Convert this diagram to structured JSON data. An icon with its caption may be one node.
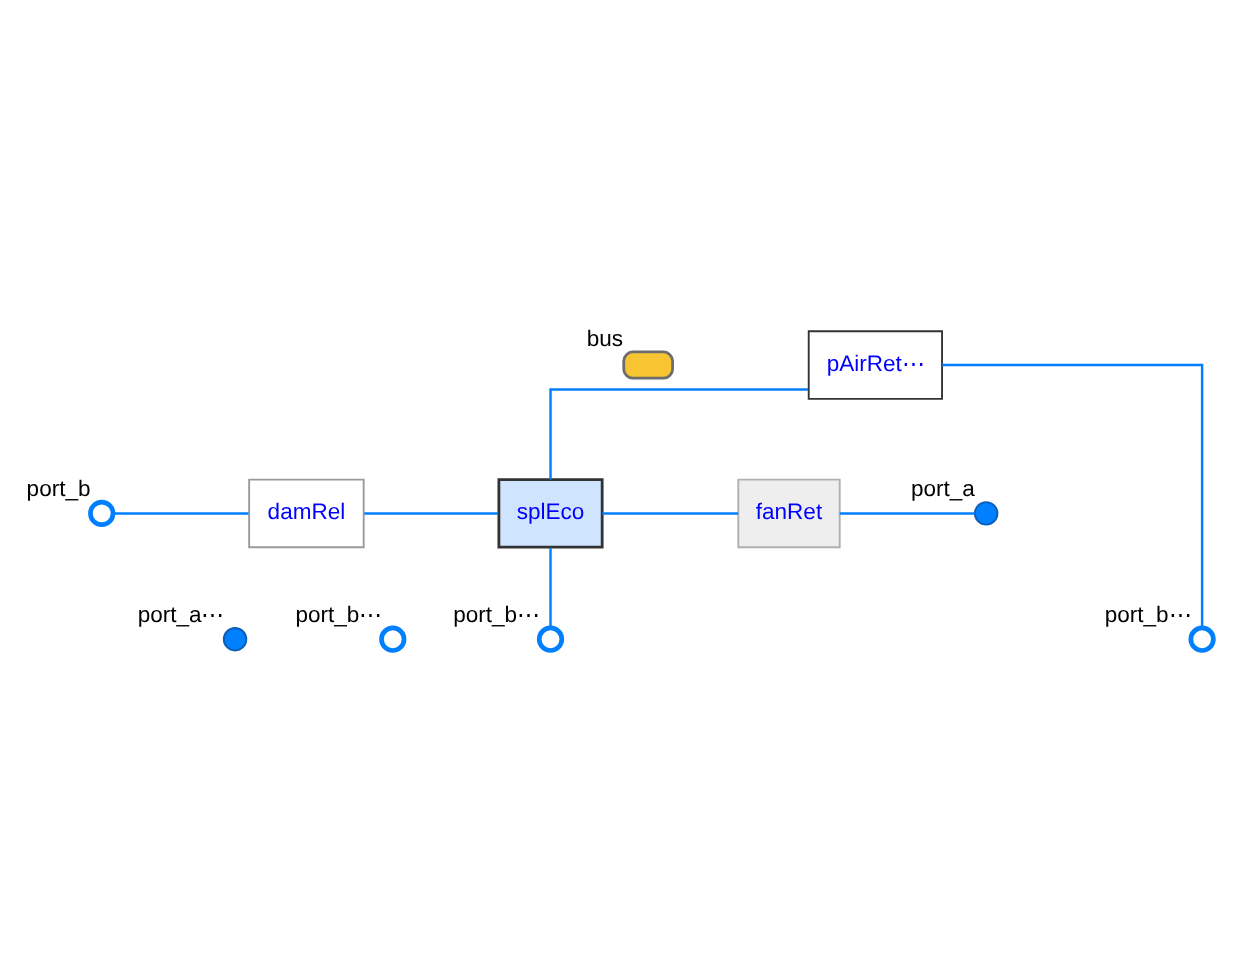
{
  "diagram": {
    "nodes": [
      {
        "text": [
          "bus"
        ]
      },
      {
        "text": [
          "port_b"
        ]
      },
      {
        "text": [
          "damRel"
        ]
      },
      {
        "text": [
          "splEco"
        ]
      },
      {
        "text": [
          "pAirRet⋯"
        ]
      },
      {
        "text": [
          "fanRet"
        ]
      },
      {
        "text": [
          "port_a"
        ]
      },
      {
        "text": [
          "port_a⋯"
        ]
      },
      {
        "text": [
          "port_b⋯"
        ]
      },
      {
        "text": [
          "port_b⋯"
        ]
      },
      {
        "text": [
          "port_b⋯"
        ]
      }
    ],
    "edges": [
      {
        "from": 1,
        "to": 2,
        "arrow": "none"
      },
      {
        "from": 2,
        "to": 3,
        "arrow": "none"
      },
      {
        "from": 3,
        "to": 5,
        "arrow": "none"
      },
      {
        "from": 5,
        "to": 6,
        "arrow": "none"
      },
      {
        "from": 3,
        "to": 9,
        "arrow": "none"
      },
      {
        "from": 3,
        "to": 4,
        "arrow": "none"
      },
      {
        "from": 4,
        "to": 10,
        "arrow": "none"
      }
    ]
  }
}
